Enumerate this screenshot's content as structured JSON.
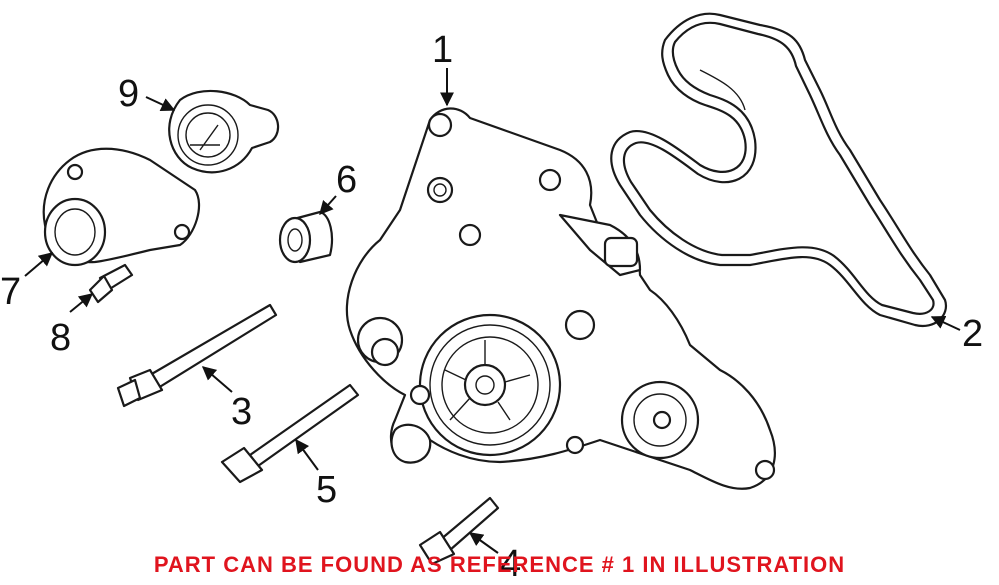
{
  "diagram": {
    "callouts": [
      {
        "id": "1",
        "label": "1"
      },
      {
        "id": "2",
        "label": "2"
      },
      {
        "id": "3",
        "label": "3"
      },
      {
        "id": "4",
        "label": "4"
      },
      {
        "id": "5",
        "label": "5"
      },
      {
        "id": "6",
        "label": "6"
      },
      {
        "id": "7",
        "label": "7"
      },
      {
        "id": "8",
        "label": "8"
      },
      {
        "id": "9",
        "label": "9"
      }
    ],
    "note": "PART CAN BE FOUND AS REFERENCE # 1 IN ILLUSTRATION",
    "note_color": "#e0141e",
    "line_color": "#1a1a1a"
  }
}
